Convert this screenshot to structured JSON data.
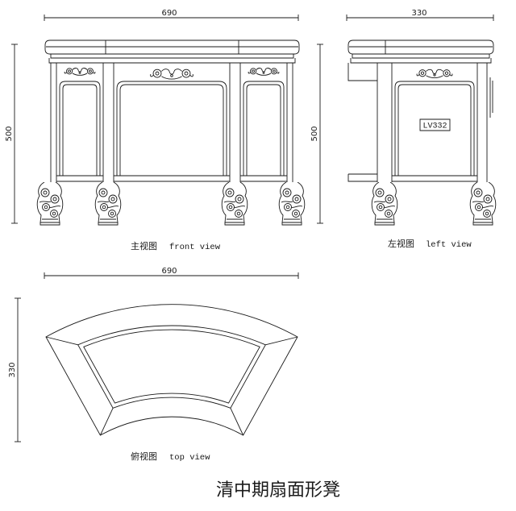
{
  "drawing_title": "清中期扇面形凳",
  "front_view": {
    "label_cn": "主视图",
    "label_en": "front view",
    "width": "690",
    "height": "500"
  },
  "left_view": {
    "label_cn": "左视图",
    "label_en": "left view",
    "width": "330",
    "height": "500",
    "tag": "LV332"
  },
  "top_view": {
    "label_cn": "俯视图",
    "label_en": "top view",
    "width": "690",
    "depth": "330"
  },
  "colors": {
    "line": "#1a1a1a",
    "background": "#ffffff"
  }
}
